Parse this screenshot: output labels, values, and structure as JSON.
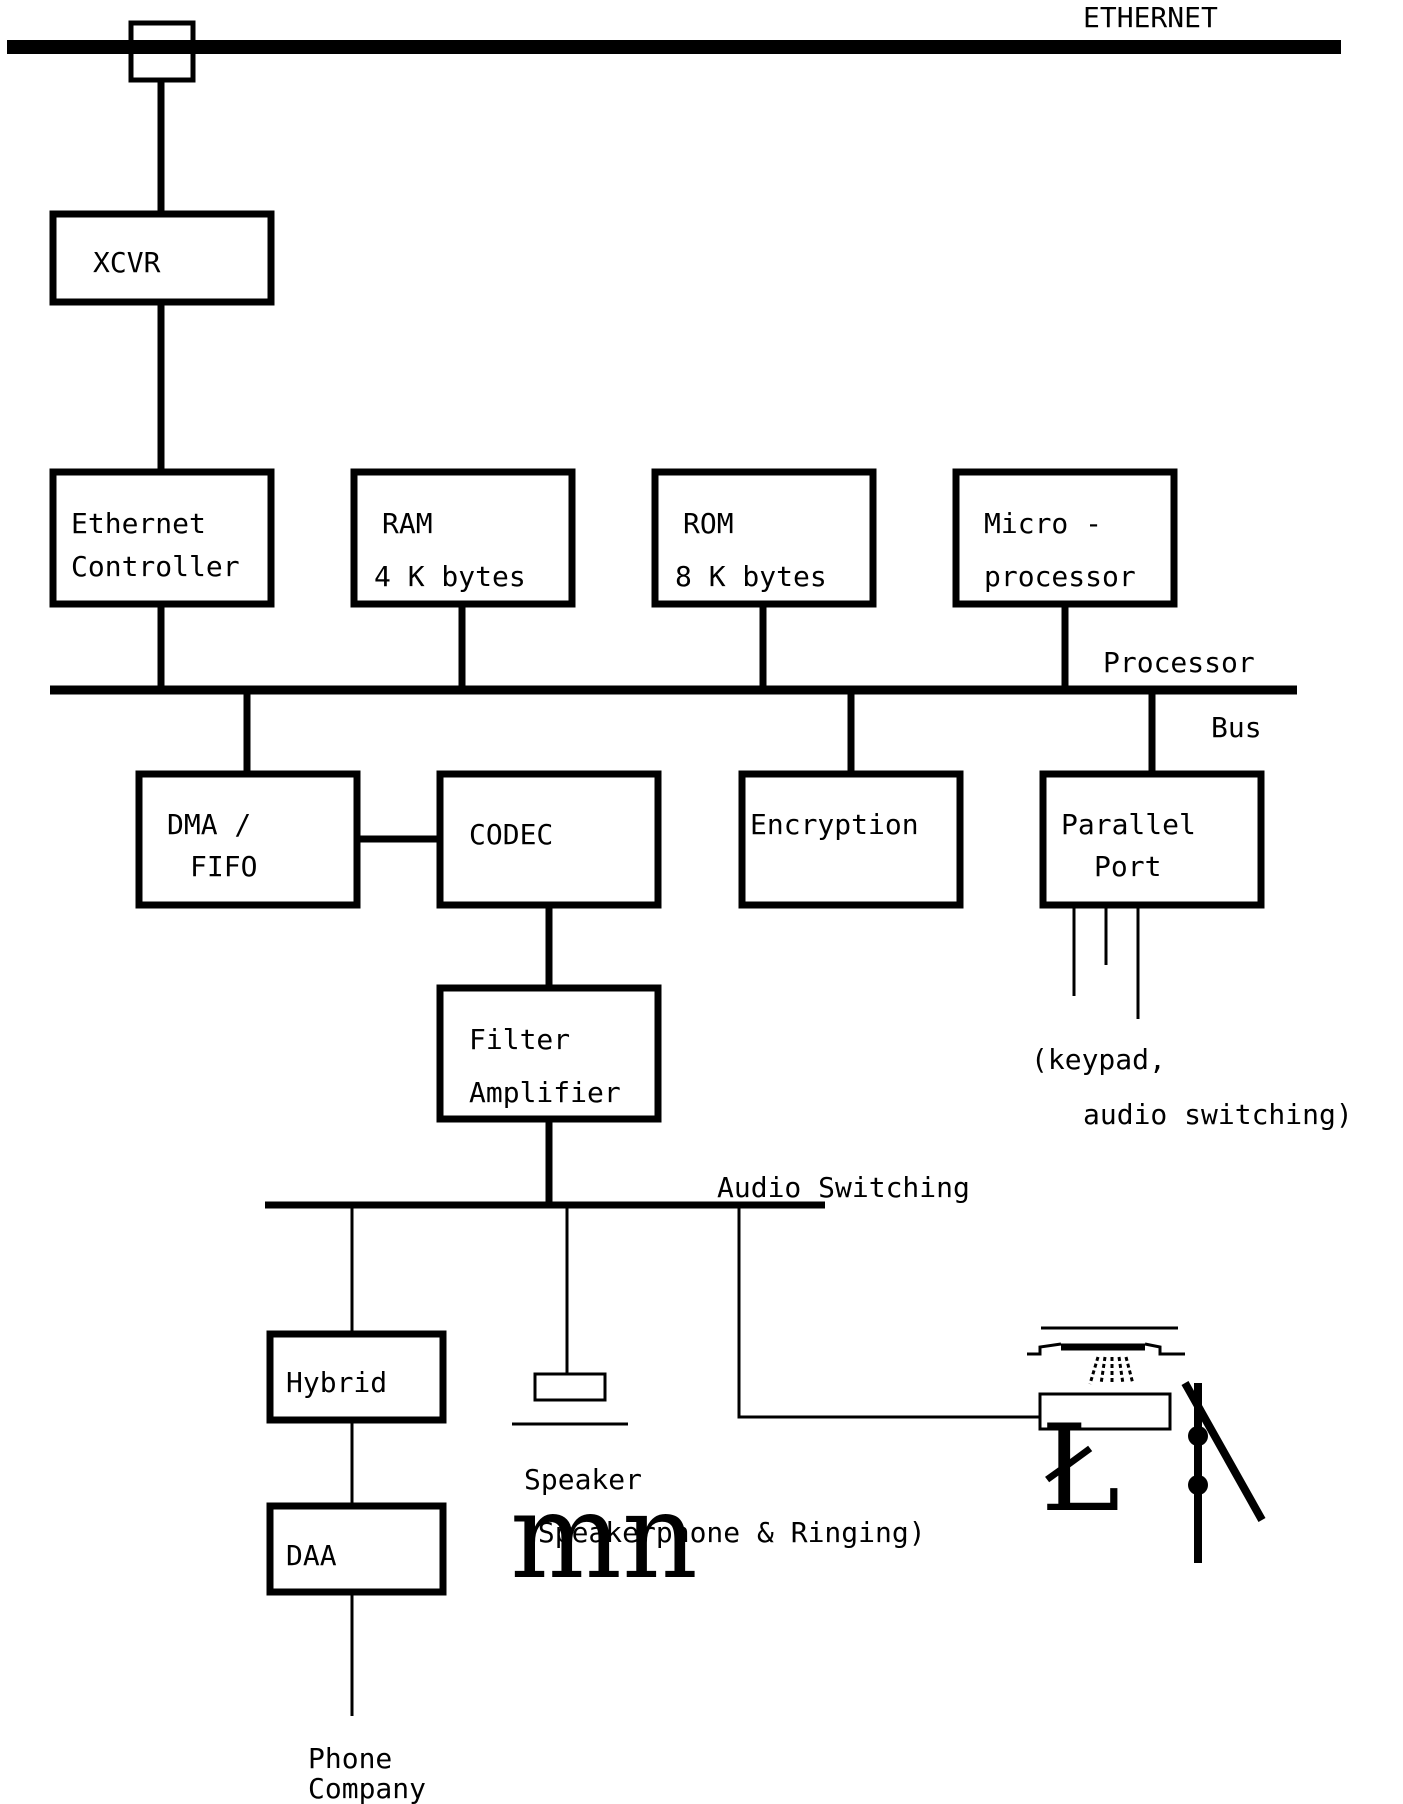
{
  "diagram": {
    "ethernet_label": "ETHERNET",
    "processor_bus_label_1": "Processor",
    "processor_bus_label_2": "Bus",
    "audio_switching_label": "Audio Switching",
    "blocks": {
      "xcvr": [
        "XCVR"
      ],
      "ethernet_controller": [
        "Ethernet",
        "Controller"
      ],
      "ram": [
        "RAM",
        "4 K bytes"
      ],
      "rom": [
        "ROM",
        "8 K bytes"
      ],
      "microprocessor": [
        "Micro -",
        "processor"
      ],
      "dma_fifo": [
        "DMA /",
        "FIFO"
      ],
      "codec": [
        "CODEC"
      ],
      "encryption": [
        "Encryption"
      ],
      "parallel_port": [
        "Parallel",
        "Port"
      ],
      "filter_amplifier": [
        "Filter",
        "Amplifier"
      ],
      "hybrid": [
        "Hybrid"
      ],
      "daa": [
        "DAA"
      ]
    },
    "parallel_port_note": [
      "(keypad,",
      "audio switching)"
    ],
    "speaker_label": "Speaker",
    "speaker_note": "(Speakerphone & Ringing)",
    "phone_company_label": [
      "Phone",
      "Company"
    ],
    "speaker_glyph": "mn",
    "handset_glyph": "Ł"
  }
}
